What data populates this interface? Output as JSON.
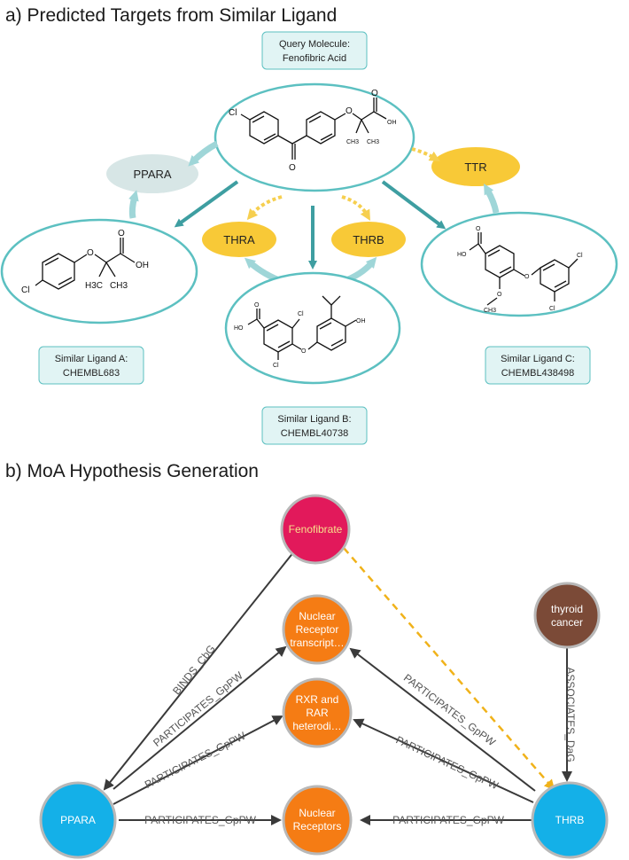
{
  "panel_a": {
    "title": "a) Predicted Targets from Similar Ligand",
    "query": {
      "line1": "Query Molecule:",
      "line2": "Fenofibric Acid"
    },
    "ligand_a": {
      "line1": "Similar Ligand A:",
      "line2": "CHEMBL683"
    },
    "ligand_b": {
      "line1": "Similar Ligand B:",
      "line2": "CHEMBL40738"
    },
    "ligand_c": {
      "line1": "Similar Ligand C:",
      "line2": "CHEMBL438498"
    },
    "targets": {
      "ppara": "PPARA",
      "thra": "THRA",
      "thrb": "THRB",
      "ttr": "TTR"
    },
    "atoms": {
      "cl": "Cl",
      "o": "O",
      "oh": "OH",
      "ch3": "CH3",
      "h3c": "H3C",
      "ho": "HO",
      "ome": "O",
      "methyl": "CH3"
    }
  },
  "panel_b": {
    "title": "b) MoA Hypothesis Generation",
    "nodes": {
      "fenofibrate": "Fenofibrate",
      "thyroid_l1": "thyroid",
      "thyroid_l2": "cancer",
      "nrt_l1": "Nuclear",
      "nrt_l2": "Receptor",
      "nrt_l3": "transcript…",
      "rxr_l1": "RXR and",
      "rxr_l2": "RAR",
      "rxr_l3": "heterodi…",
      "nr_l1": "Nuclear",
      "nr_l2": "Receptors",
      "ppara": "PPARA",
      "thrb": "THRB"
    },
    "edges": {
      "binds": "BINDS_CbG",
      "associates": "ASSOCIATES_DaG",
      "participates": "PARTICIPATES_GpPW"
    },
    "colors": {
      "fenofibrate": "#e2195b",
      "thyroid_cancer": "#7b4a37",
      "pathway": "#f57c14",
      "gene": "#14b0e8",
      "predicted_edge": "#f0b21a"
    }
  }
}
